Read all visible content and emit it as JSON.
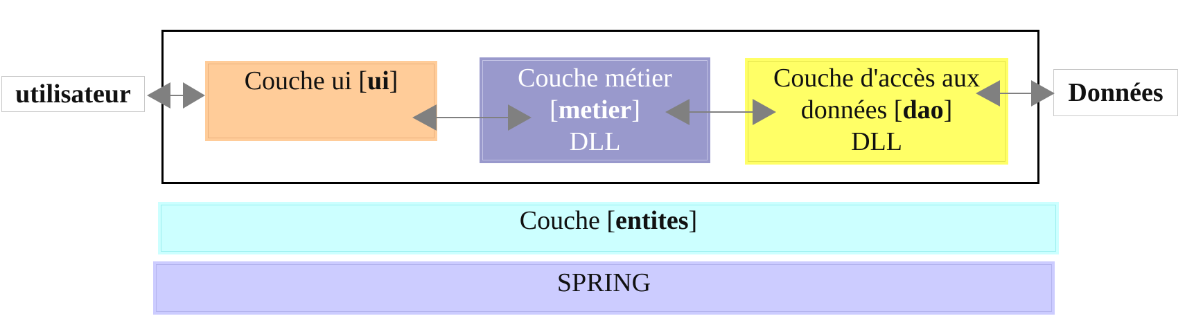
{
  "external": {
    "user": "utilisateur",
    "data": "Données"
  },
  "layers": {
    "ui": {
      "prefix": "Couche ui [",
      "name": "ui",
      "suffix": "]"
    },
    "metier": {
      "line1": "Couche métier",
      "open": "[",
      "name": "metier",
      "close": "]",
      "kind": "DLL"
    },
    "dao": {
      "line1": "Couche d'accès aux",
      "prefix": "données [",
      "name": "dao",
      "suffix": "]",
      "kind": "DLL"
    },
    "entites": {
      "prefix": "Couche [",
      "name": "entites",
      "suffix": "]"
    },
    "spring": {
      "label": "SPRING"
    }
  },
  "colors": {
    "ui_fill": "#ffcc99",
    "metier_fill": "#9999cc",
    "dao_fill": "#ffff66",
    "entites_fill": "#ccffff",
    "spring_fill": "#ccccff",
    "arrow": "#808080",
    "frame": "#000000"
  }
}
